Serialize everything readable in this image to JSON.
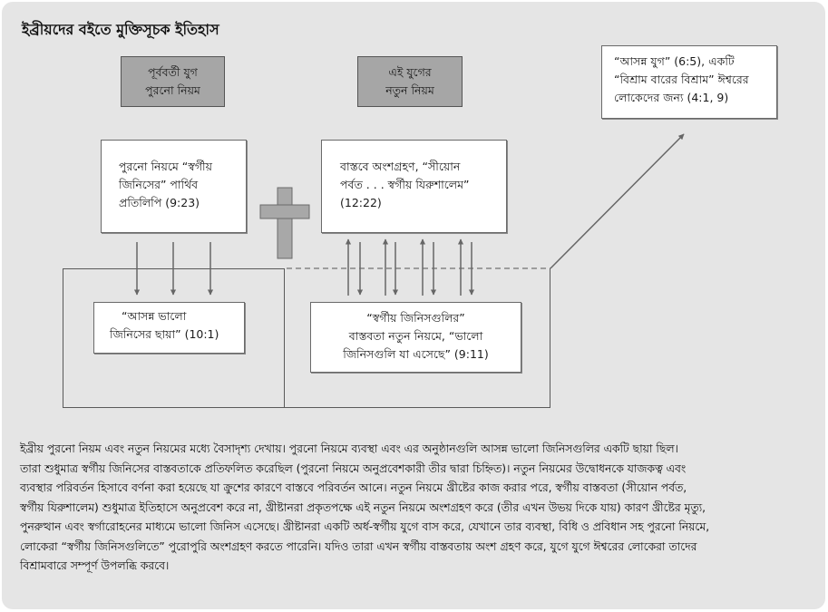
{
  "title": "ইব্রীয়দের বইতে মুক্তিসূচক ইতিহাস",
  "old_era": {
    "lines": [
      "পূর্ববর্তী যুগ",
      "পুরনো নিয়ম"
    ]
  },
  "new_era": {
    "lines": [
      "এই যুগের",
      "নতুন নিয়ম"
    ]
  },
  "rest_box": {
    "lines": [
      "“আসন্ন যুগ” (6:5), একটি",
      "“বিশ্রাম বারের বিশ্রাম” ঈশ্বরের",
      "লোকেদের জন্য (4:1, 9)"
    ]
  },
  "old_copy_box": {
    "lines": [
      "পুরনো নিয়মে “স্বর্গীয়",
      "জিনিসের” পার্থিব",
      "প্রতিলিপি (9:23)"
    ]
  },
  "new_participation_box": {
    "lines": [
      "বাস্তবে অংশগ্রহণ, “সীয়োন",
      "পর্বত . . . স্বর্গীয় যিরুশালেম”",
      "(12:22)"
    ]
  },
  "shadow_box": {
    "lines": [
      "“আসন্ন ভালো",
      "জিনিসের ছায়া” (10:1)"
    ]
  },
  "heavenly_box": {
    "lines": [
      "“স্বর্গীয় জিনিসগুলির”",
      "বাস্তবতা নতুন নিয়মে, “ভালো",
      "জিনিসগুলি যা এসেছে” (9:11)"
    ]
  },
  "cross_icon": "cross-icon",
  "paragraph_lines": [
    "ইব্রীয় পুরনো নিয়ম এবং নতুন নিয়মের মধ্যে বৈসাদৃশ্য দেখায়। পুরনো নিয়মে ব্যবস্থা এবং এর অনুষ্ঠানগুলি আসন্ন ভালো জিনিসগুলির একটি ছায়া ছিল।",
    "তারা শুধুমাত্র স্বর্গীয় জিনিসের বাস্তবতাকে প্রতিফলিত করেছিল (পুরনো নিয়মে অনুপ্রবেশকারী তীর দ্বারা চিহ্নিত)। নতুন নিয়মের উদ্বোধনকে যাজকত্ব এবং",
    "ব্যবস্থার পরিবর্তন হিসাবে বর্ণনা করা হয়েছে যা ক্রুশের কারণে বাস্তবে পরিবর্তন আনে। নতুন নিয়মে খ্রীষ্টের কাজ করার পরে, স্বর্গীয় বাস্তবতা (সীয়োন পর্বত,",
    "স্বর্গীয় যিরুশালেম) শুধুমাত্র ইতিহাসে অনুপ্রবেশ করে না, খ্রীষ্টানরা প্রকৃতপক্ষে এই নতুন নিয়মে অংশগ্রহণ করে (তীর এখন উভয় দিকে যায়) কারণ খ্রীষ্টের মৃত্যু,",
    "পুনরুত্থান এবং স্বর্গারোহনের মাধ্যমে ভালো জিনিস এসেছে। খ্রীষ্টানরা একটি অর্ধ-স্বর্গীয় যুগে বাস করে, যেখানে তার ব্যবস্থা, বিধি ও প্রবিধান সহ পুরনো নিয়মে,",
    "লোকেরা “স্বর্গীয় জিনিসগুলিতে” পুরোপুরি অংশগ্রহণ করতে পারেনি। যদিও তারা এখন স্বর্গীয় বাস্তবতায় অংশ গ্রহণ করে, যুগে যুগে ঈশ্বরের লোকেরা তাদের",
    "বিশ্রামবারে সম্পূর্ণ উপলব্ধি করবে।"
  ],
  "colors": {
    "panel": "#e5e5e5",
    "era_box": "#a6a6a6",
    "arrow": "#666666",
    "cross": "#a8a8a8"
  }
}
